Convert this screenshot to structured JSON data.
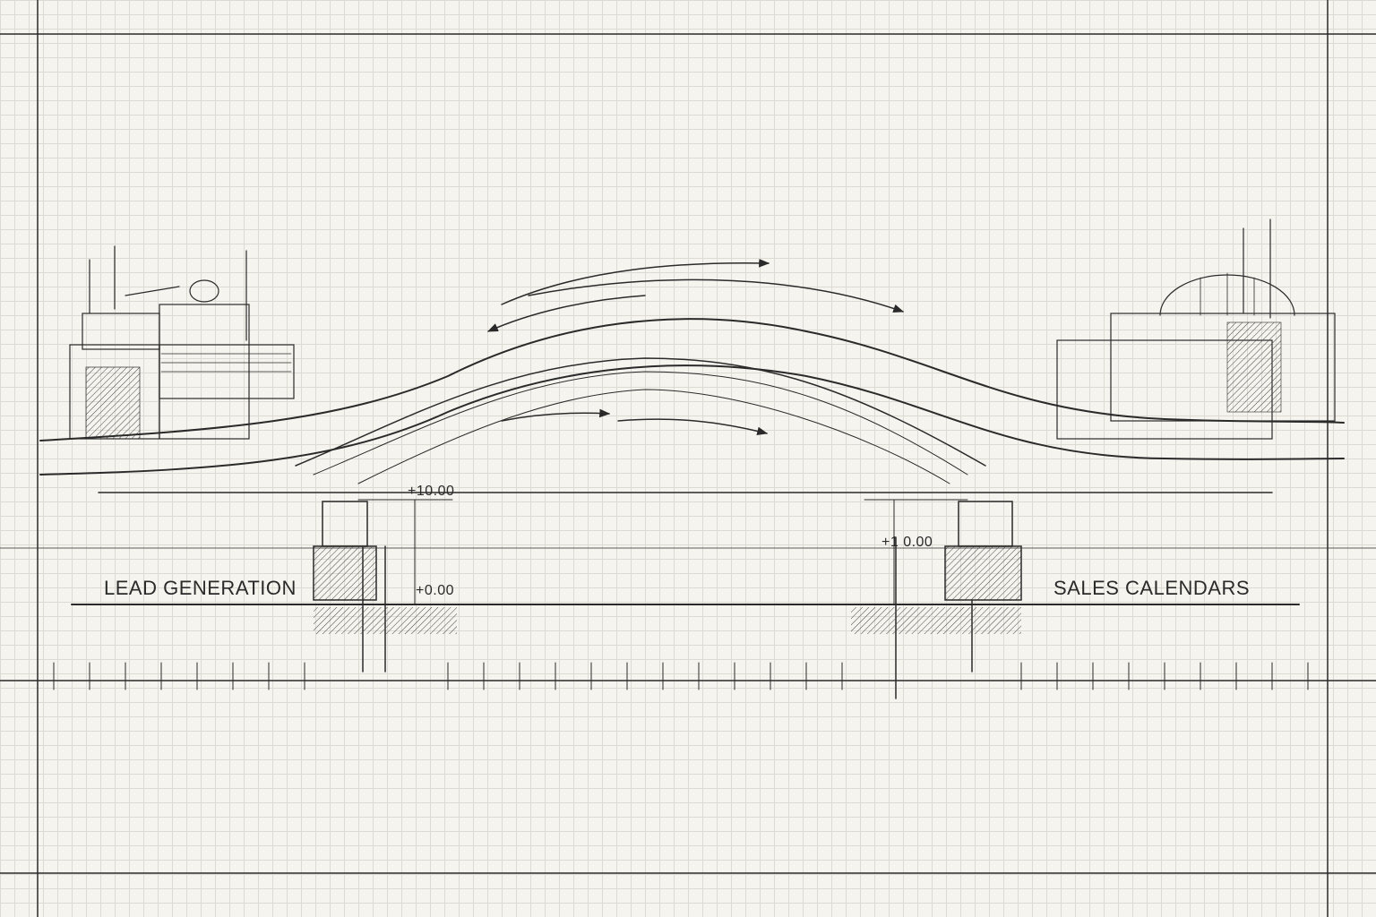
{
  "drawing": {
    "left_label": "LEAD GENERATION",
    "right_label": "SALES CALENDARS",
    "dimensions": {
      "left_top": "+10.00",
      "left_bottom": "+0.00",
      "right": "+1 0.00"
    },
    "line_color": "#2a2a2a",
    "paper_color": "#f6f4ee"
  }
}
